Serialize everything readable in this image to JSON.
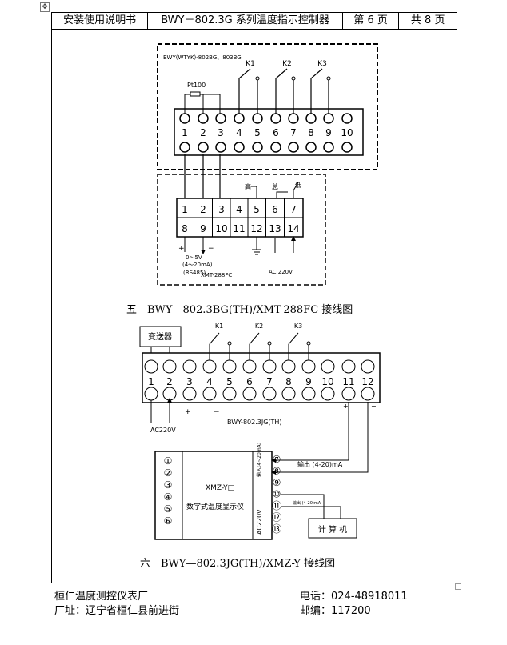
{
  "header": {
    "doc_title": "安装使用说明书",
    "product": "BWY－802.3G 系列温度指示控制器",
    "page": "第 6 页",
    "total": "共 8 页"
  },
  "figure5": {
    "caption": "五　BWY—802.3BG(TH)/XMT-288FC 接线图",
    "model_label": "BWY(WTYK)-802BG、803BG",
    "relays": [
      "K1",
      "K2",
      "K3"
    ],
    "sensor": "Pt100",
    "terminals": [
      "1",
      "2",
      "3",
      "4",
      "5",
      "6",
      "7",
      "8",
      "9",
      "10"
    ],
    "xmt_top": [
      "1",
      "2",
      "3",
      "4",
      "5",
      "7"
    ],
    "xmt_top6": "6",
    "xmt_bottom": [
      "8",
      "9",
      "10",
      "11",
      "12",
      "13",
      "14"
    ],
    "alarm_high": "高",
    "alarm_total": "总",
    "alarm_low": "低",
    "plus": "+",
    "minus": "−",
    "signal": "0～5V",
    "signal_ma": "(4～20mA)",
    "rs485": "(RS485)",
    "xmt_model": "XMT-288FC",
    "ac": "AC 220V"
  },
  "figure6": {
    "caption": "六　BWY—802.3JG(TH)/XMZ-Y 接线图",
    "transmitter": "变送器",
    "relays": [
      "K1",
      "K2",
      "K3"
    ],
    "terminals": [
      "1",
      "2",
      "3",
      "4",
      "5",
      "6",
      "7",
      "8",
      "9",
      "10",
      "11",
      "12"
    ],
    "ac": "AC220V",
    "plus": "+",
    "minus": "−",
    "model": "BWY-802.3JG(TH)",
    "xmz_nums": [
      "①",
      "②",
      "③",
      "④",
      "⑤",
      "⑥"
    ],
    "xmz_model": "XMZ-Y□",
    "xmz_name": "数字式温度显示仪",
    "input_label": "输入(4~20mA)",
    "ac_vertical": "AC220V",
    "right_terms": [
      "⑦",
      "⑧",
      "⑨",
      "⑩",
      "⑪",
      "⑫",
      "⑬"
    ],
    "output1": "输出 (4-20)mA",
    "output2": "输出 (4-20)mA",
    "computer": "计 算 机"
  },
  "footer": {
    "company": "桓仁温度测控仪表厂",
    "address": "厂址：辽宁省桓仁县前进街",
    "phone": "电话：024-48918011",
    "postcode": "邮编：117200"
  }
}
